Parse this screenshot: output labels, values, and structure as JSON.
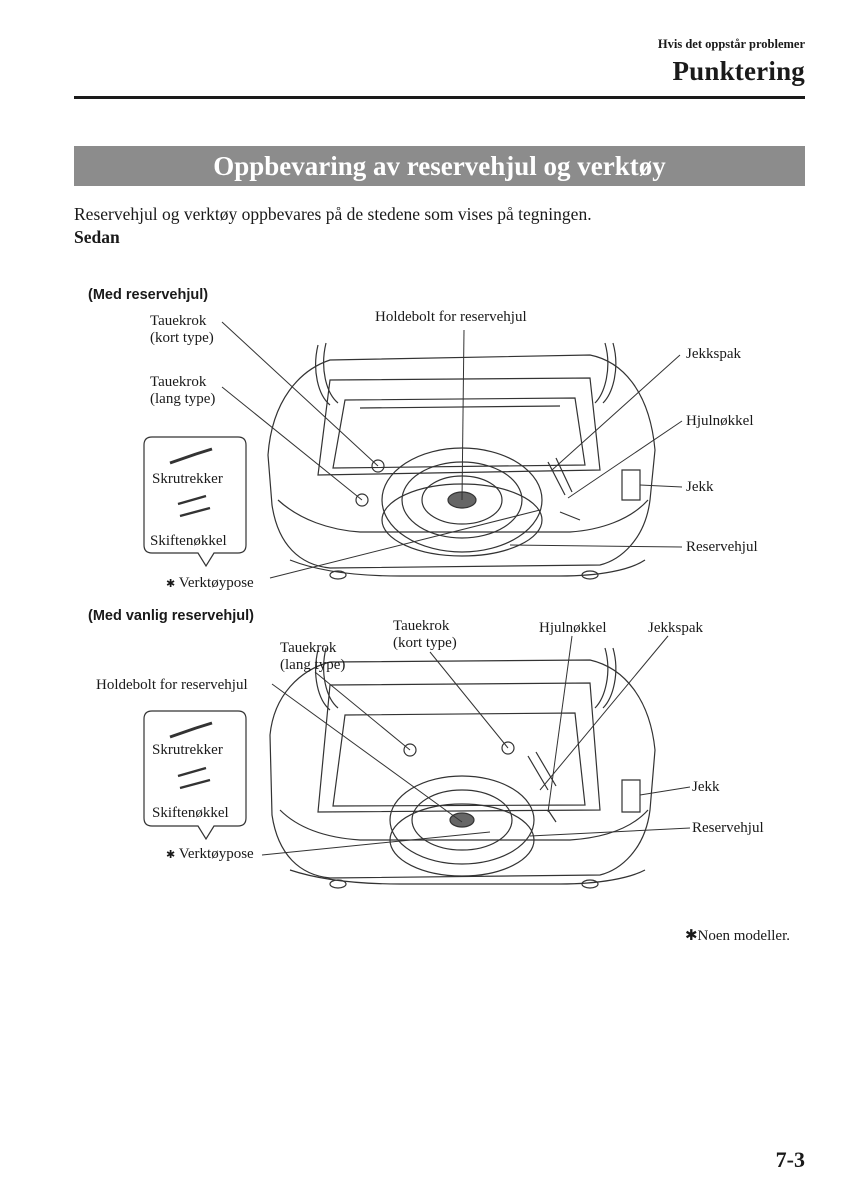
{
  "header": {
    "section": "Hvis det oppstår problemer",
    "title": "Punktering"
  },
  "banner": "Oppbevaring av reservehjul og verktøy",
  "intro": "Reservehjul og verktøy oppbevares på de stedene som vises på tegningen.",
  "sedan": "Sedan",
  "figure1": {
    "heading": "(Med reservehjul)",
    "labels": {
      "tauekrok_kort_1": "Tauekrok",
      "tauekrok_kort_2": "(kort type)",
      "tauekrok_lang_1": "Tauekrok",
      "tauekrok_lang_2": "(lang type)",
      "holdebolt": "Holdebolt for reservehjul",
      "jekkspak": "Jekkspak",
      "hjulnokkel": "Hjulnøkkel",
      "jekk": "Jekk",
      "reservehjul": "Reservehjul",
      "skrutrekker": "Skrutrekker",
      "skiftenokkel": "Skiftenøkkel",
      "verktoypose": "Verktøypose",
      "star": "✱"
    }
  },
  "figure2": {
    "heading": "(Med vanlig reservehjul)",
    "labels": {
      "tauekrok_kort_1": "Tauekrok",
      "tauekrok_kort_2": "(kort type)",
      "tauekrok_lang_1": "Tauekrok",
      "tauekrok_lang_2": "(lang type)",
      "holdebolt": "Holdebolt for reservehjul",
      "hjulnokkel": "Hjulnøkkel",
      "jekkspak": "Jekkspak",
      "jekk": "Jekk",
      "reservehjul": "Reservehjul",
      "skrutrekker": "Skrutrekker",
      "skiftenokkel": "Skiftenøkkel",
      "verktoypose": "Verktøypose",
      "star": "✱"
    }
  },
  "footnote": "✱Noen modeller.",
  "page_number": "7-3"
}
